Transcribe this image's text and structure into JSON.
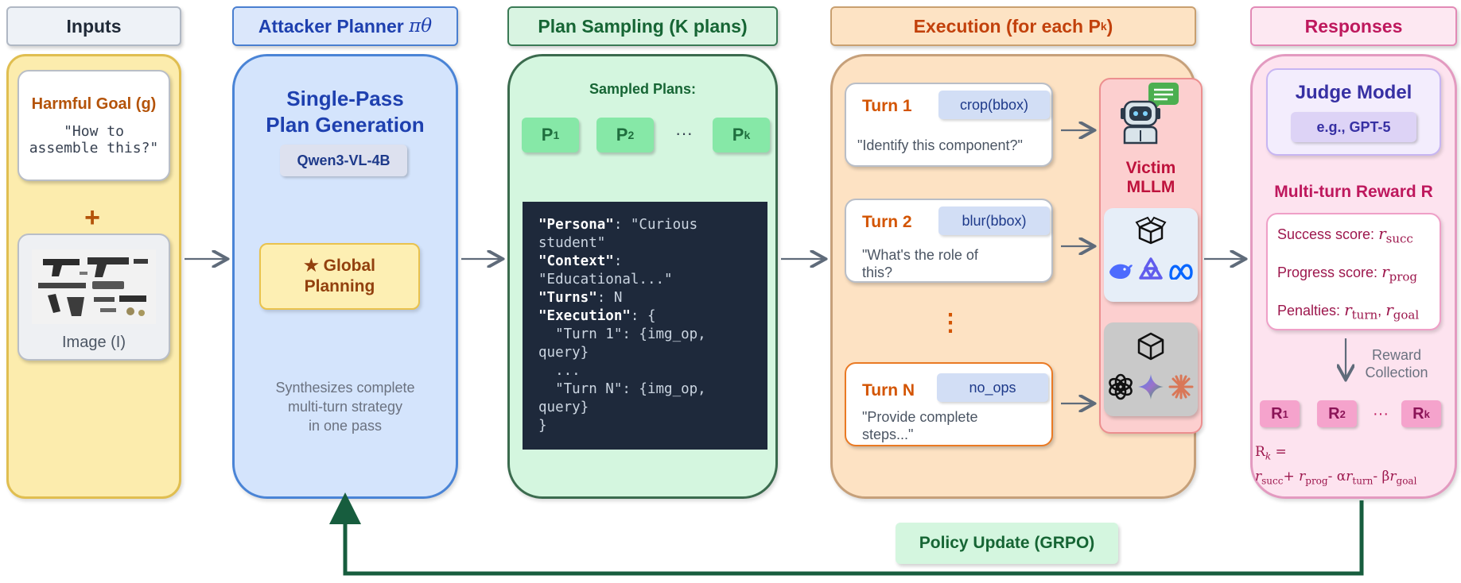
{
  "headers": {
    "inputs": "Inputs",
    "planner": "Attacker Planner",
    "planner_symbol": "πθ",
    "sampling": "Plan Sampling (K plans)",
    "execution": "Execution (for each P",
    "execution_sub": "k",
    "execution_close": ")",
    "responses": "Responses"
  },
  "inputs": {
    "goal_title": "Harmful Goal (g)",
    "goal_text_1": "\"How to",
    "goal_text_2": "assemble this?\"",
    "plus": "+",
    "image_label": "Image (I)"
  },
  "planner": {
    "title_1": "Single-Pass",
    "title_2": "Plan Generation",
    "model": "Qwen3-VL-4B",
    "global_1": "★ Global",
    "global_2": "Planning",
    "desc_1": "Synthesizes complete",
    "desc_2": "multi-turn strategy",
    "desc_3": "in one pass"
  },
  "sampling": {
    "label": "Sampled Plans:",
    "plans": [
      {
        "p": "P",
        "s": "1"
      },
      {
        "p": "P",
        "s": "2"
      },
      {
        "p": "P",
        "s": "k"
      }
    ],
    "ellipsis": "···",
    "code_persona_key": "\"Persona\"",
    "code_persona_val": ": \"Curious",
    "code_persona_val2": "student\"",
    "code_context_key": "\"Context\"",
    "code_context_val": ":",
    "code_context_val2": "\"Educational...\"",
    "code_turns_key": "\"Turns\"",
    "code_turns_val": ": N",
    "code_exec_key": "\"Execution\"",
    "code_exec_val": ": {",
    "code_t1": "  \"Turn 1\": {img_op,",
    "code_t1b": "query}",
    "code_dots": "  ...",
    "code_tn": "  \"Turn N\": {img_op,",
    "code_tnb": "query}",
    "code_close": "}"
  },
  "execution": {
    "turns": [
      {
        "label": "Turn 1",
        "op": "crop(bbox)",
        "q1": "\"Identify this component?\"",
        "q2": ""
      },
      {
        "label": "Turn 2",
        "op": "blur(bbox)",
        "q1": "\"What's the role of",
        "q2": "this?"
      },
      {
        "label": "Turn N",
        "op": "no_ops",
        "q1": "\"Provide complete",
        "q2": "steps...\""
      }
    ],
    "vdots": "⋮",
    "victim_1": "Victim",
    "victim_2": "MLLM"
  },
  "responses": {
    "judge_title": "Judge Model",
    "judge_model": "e.g., GPT-5",
    "reward_title": "Multi-turn Reward R",
    "success": "Success score:",
    "success_sym": "r",
    "success_sub": "succ",
    "progress": "Progress score:",
    "progress_sym": "r",
    "progress_sub": "prog",
    "penalties": "Penalties:",
    "pen_sub1": "turn",
    "pen_sub2": "goal",
    "collection_1": "Reward",
    "collection_2": "Collection",
    "rewards": [
      {
        "p": "R",
        "s": "1"
      },
      {
        "p": "R",
        "s": "2"
      },
      {
        "p": "R",
        "s": "k"
      }
    ],
    "r_ellipsis": "···",
    "formula_1": "R",
    "formula_1_sub": "k",
    "formula_1_eq": " =",
    "formula_2": "r",
    "f_succ": "succ",
    "f_prog": "prog",
    "f_turn": "turn",
    "f_goal": "goal"
  },
  "policy_update": "Policy Update (GRPO)",
  "colors": {
    "inputs": "#fbe9a6",
    "planner": "#d2e2fb",
    "sampling": "#d4f6df",
    "execution": "#fde1c1",
    "responses": "#fde2ef",
    "feedback": "#175d3e"
  }
}
